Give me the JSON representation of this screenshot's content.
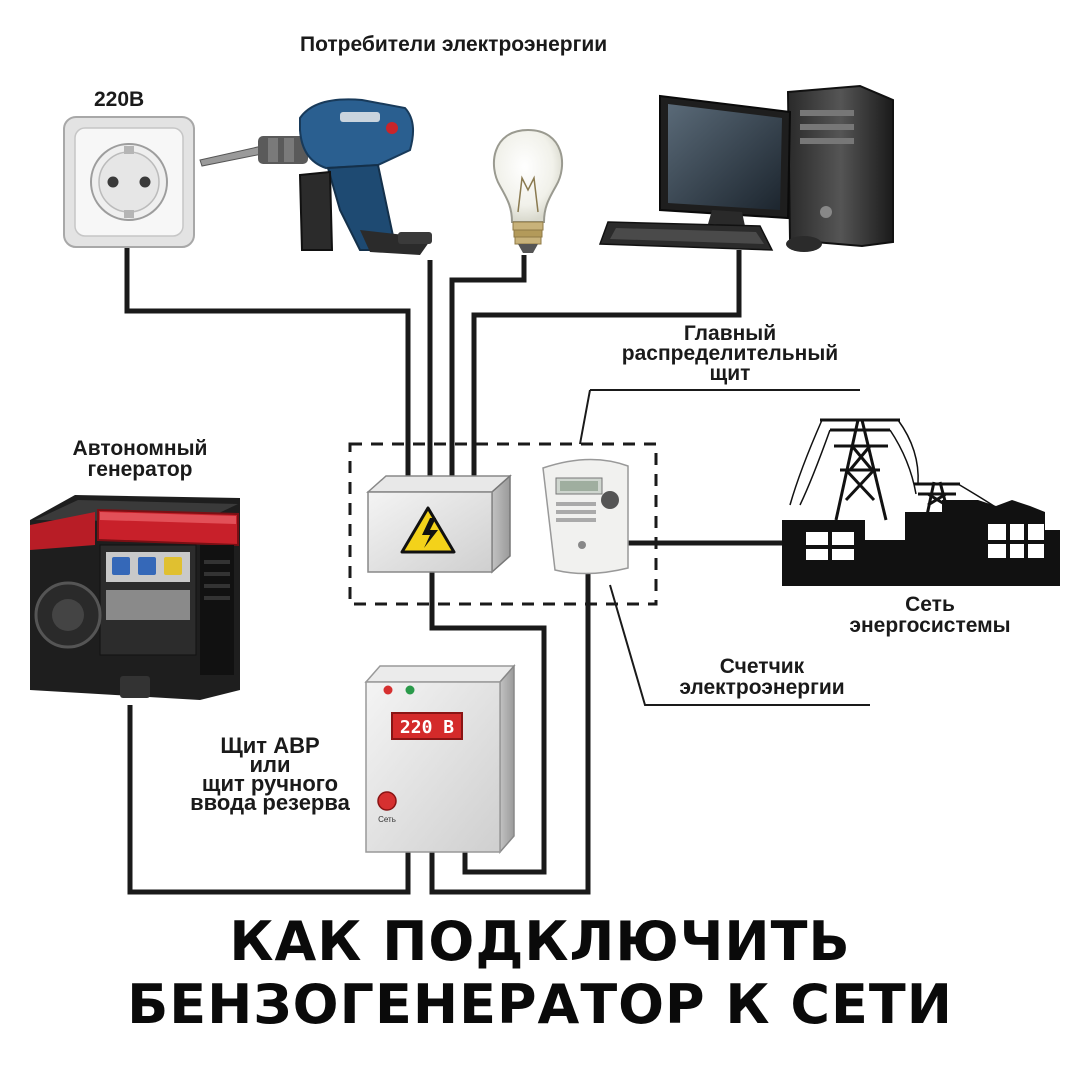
{
  "labels": {
    "consumers": "Потребители электроэнергии",
    "socket_voltage": "220В",
    "main_panel": [
      "Главный",
      "распределительный",
      "щит"
    ],
    "generator": [
      "Автономный",
      "генератор"
    ],
    "grid": [
      "Сеть",
      "энергосистемы"
    ],
    "meter": [
      "Счетчик",
      "электроэнергии"
    ],
    "avr_panel": [
      "Щит АВР",
      "или",
      "щит ручного",
      "ввода резерва"
    ],
    "avr_display": "220 В",
    "avr_button_caption": "Сеть"
  },
  "title": [
    "КАК ПОДКЛЮЧИТЬ",
    "БЕНЗОГЕНЕРАТОР К СЕТИ"
  ],
  "colors": {
    "wire": "#1a1a1a",
    "warning_yellow": "#f3d21a",
    "generator_red": "#c8202a",
    "drill_blue": "#2a5f90",
    "avr_display_red": "#d42a2a",
    "led_red": "#d63030",
    "led_green": "#2a9a4a",
    "grid_black": "#111111"
  },
  "icons": [
    "socket-icon",
    "drill-icon",
    "lightbulb-icon",
    "computer-icon",
    "high-voltage-warning-icon",
    "power-line-tower-icon",
    "factory-icon"
  ]
}
